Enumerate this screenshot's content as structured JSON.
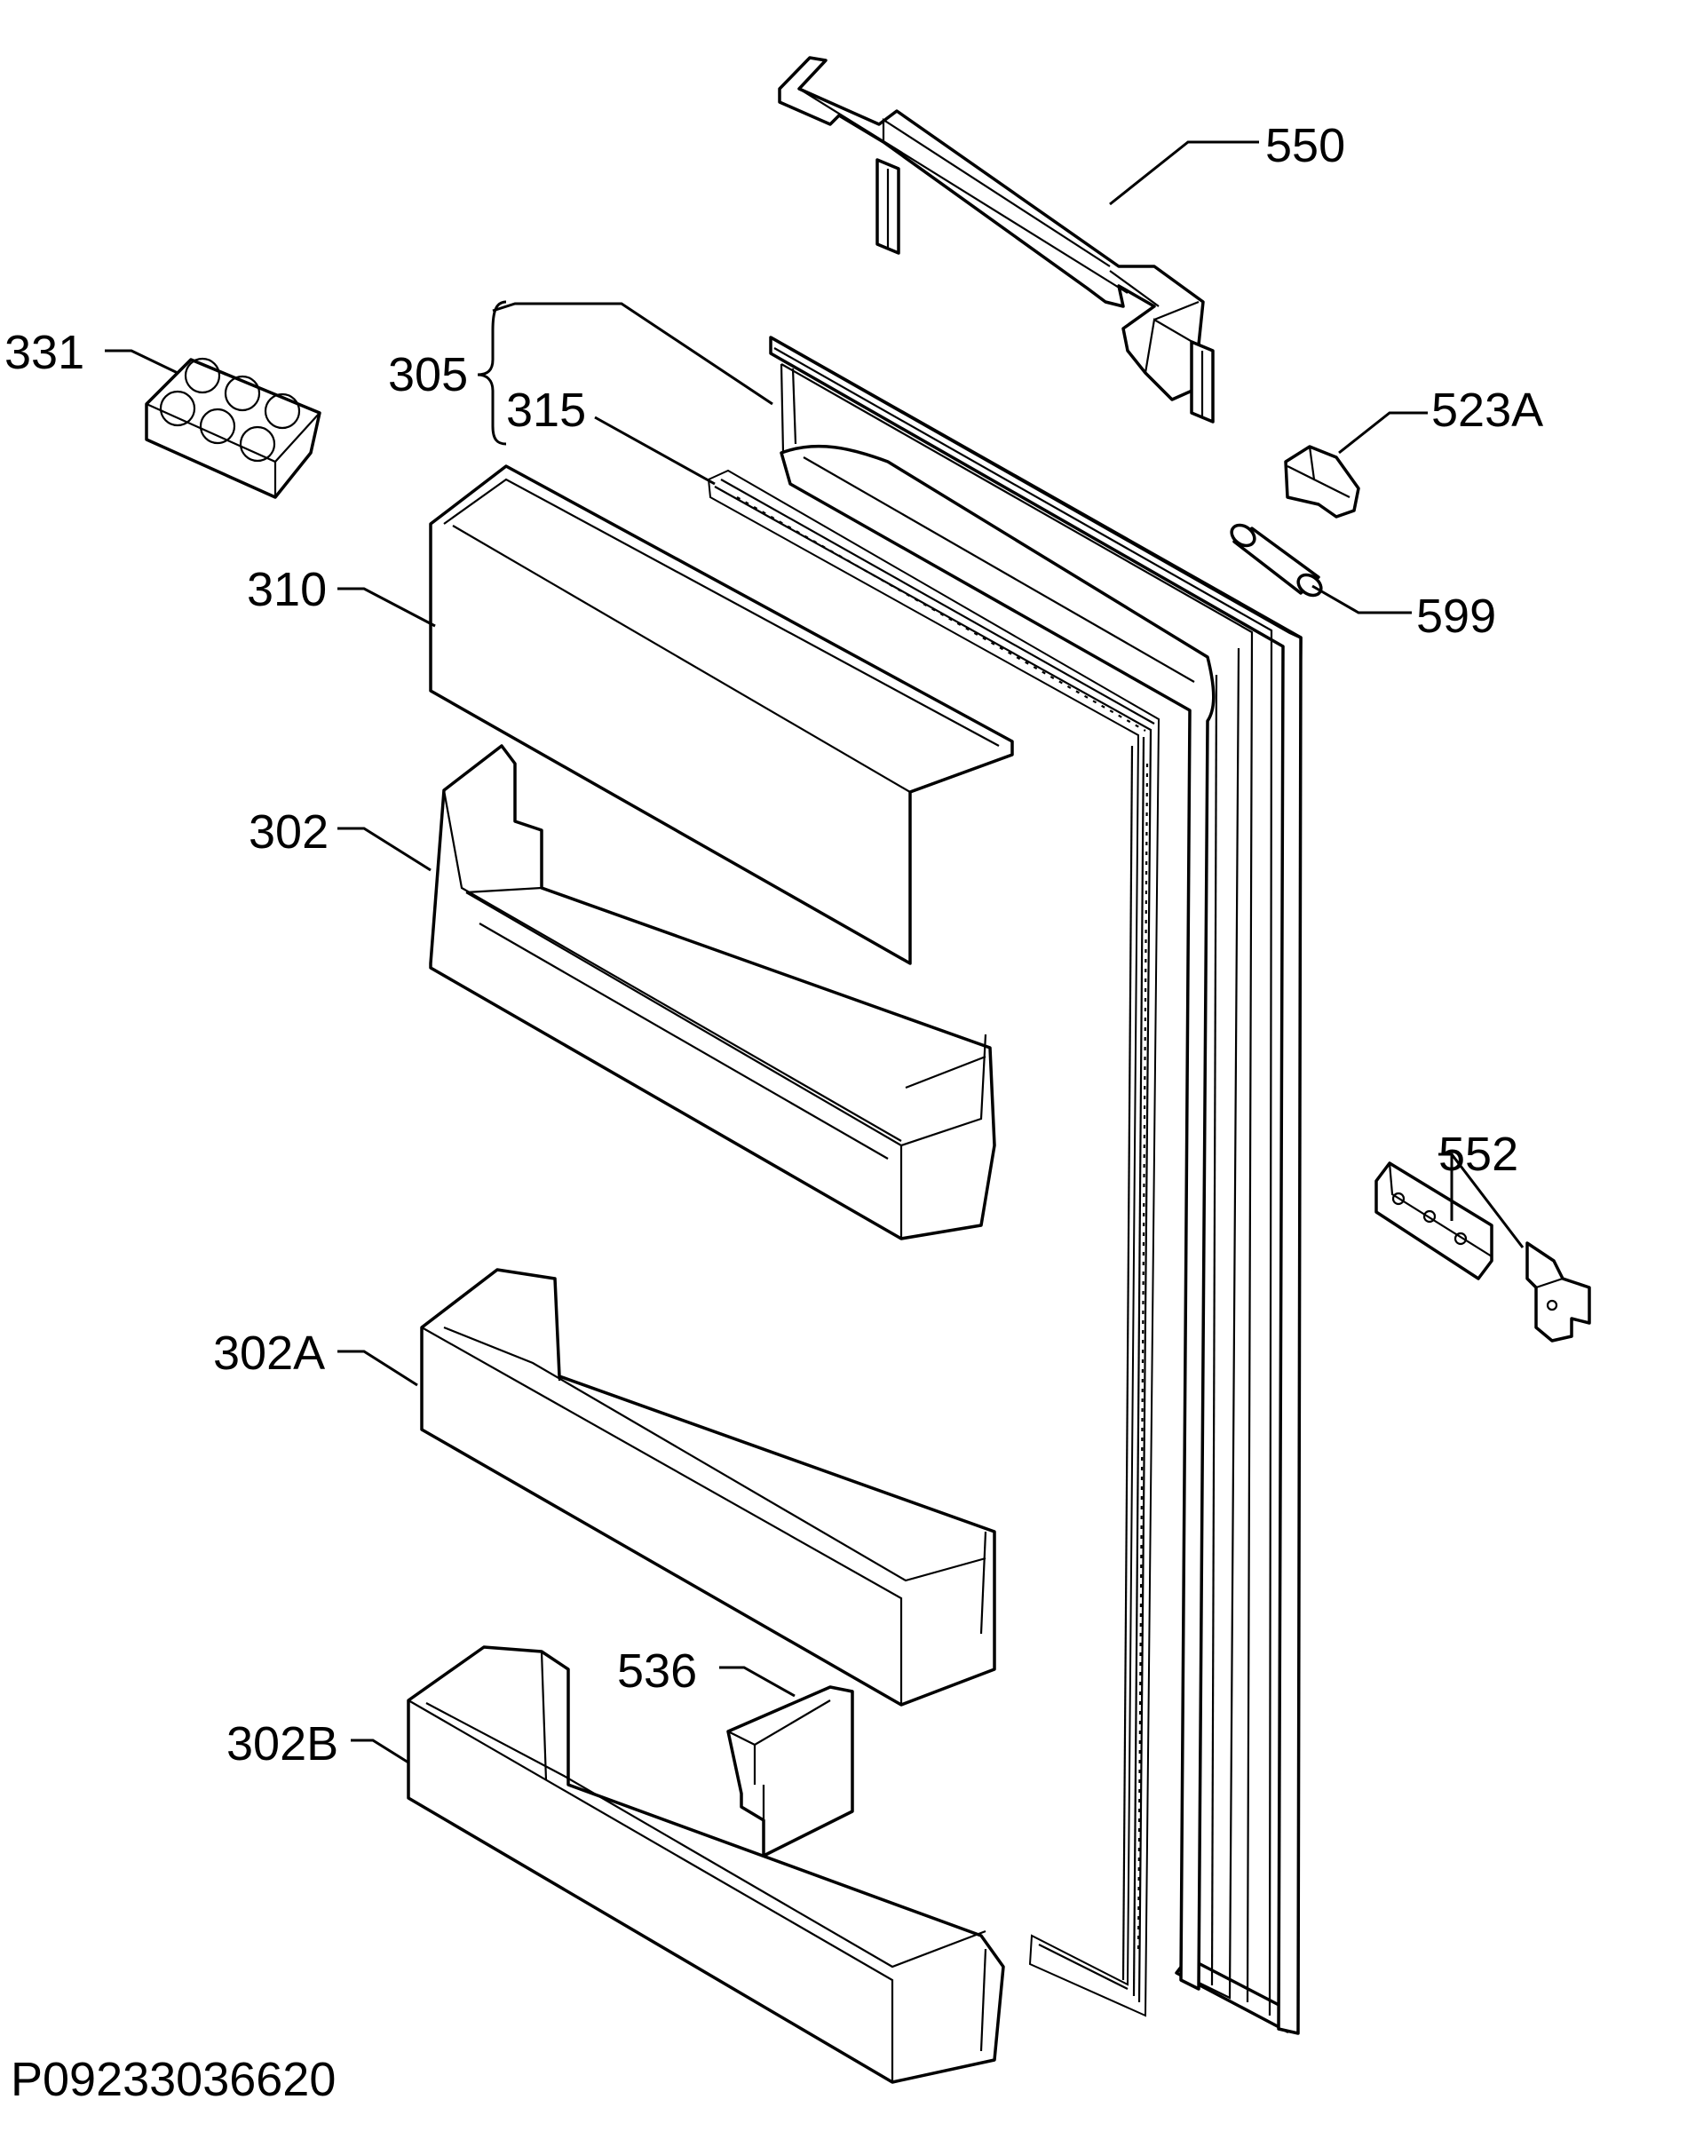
{
  "diagram_code": "P09233036620",
  "callouts": {
    "c550": "550",
    "c331": "331",
    "c305": "305",
    "c315": "315",
    "c523A": "523A",
    "c599": "599",
    "c310": "310",
    "c302": "302",
    "c552": "552",
    "c302A": "302A",
    "c536": "536",
    "c302B": "302B"
  }
}
